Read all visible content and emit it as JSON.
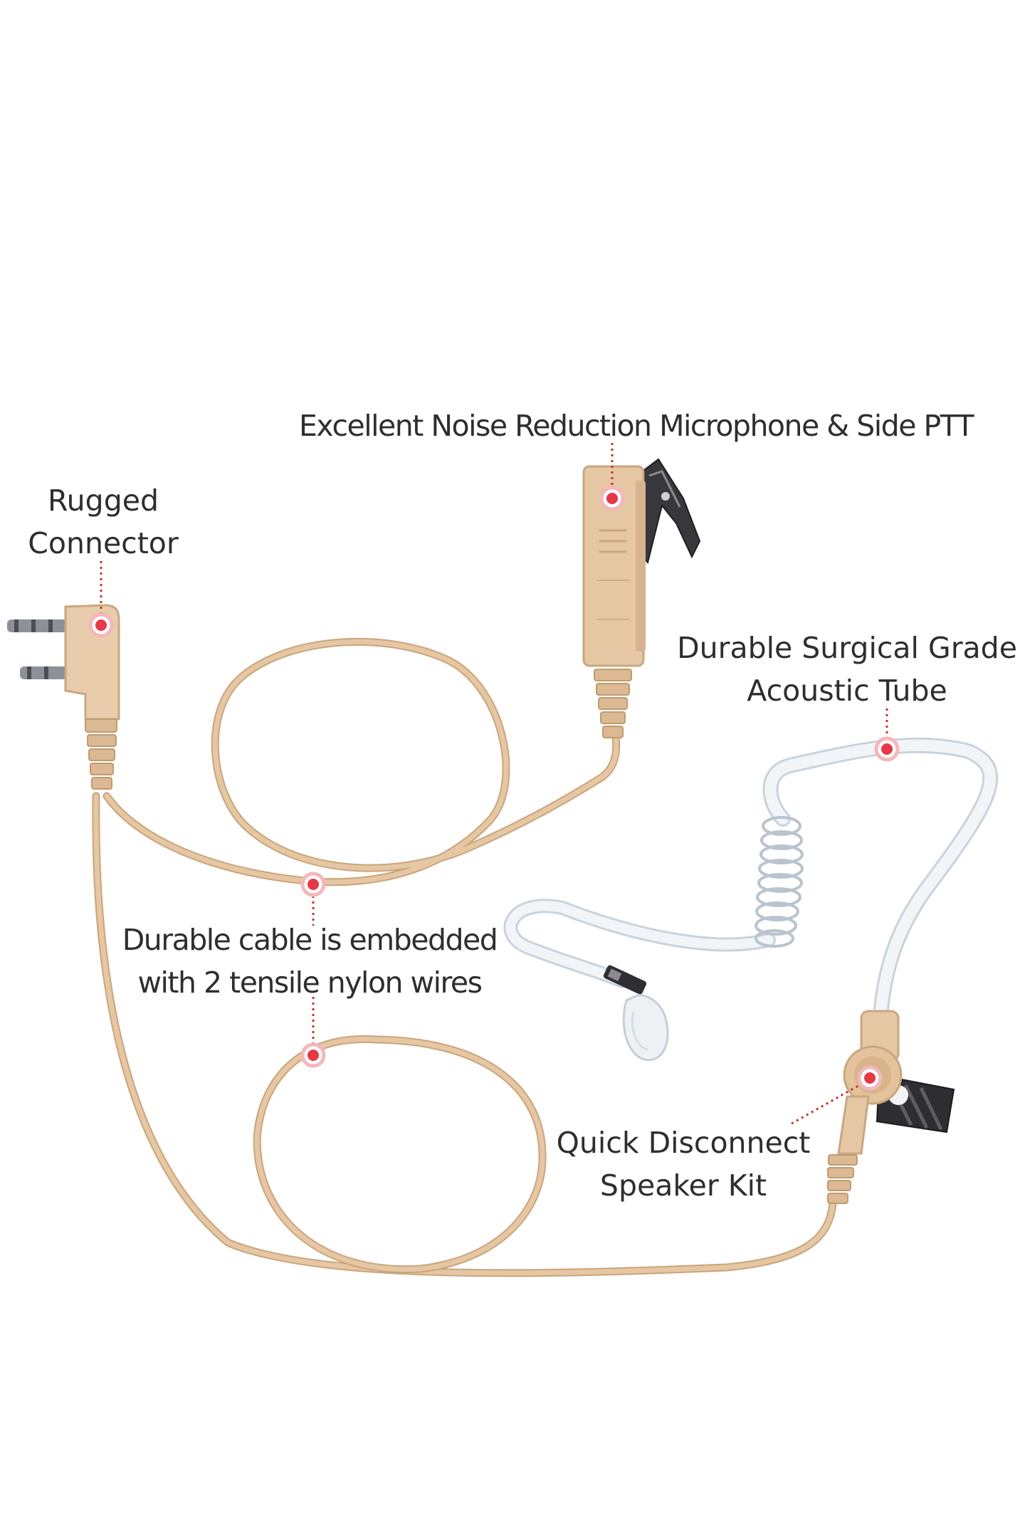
{
  "colors": {
    "cable": "#e6c7a3",
    "cable_shade": "#caa57c",
    "marker": "#e53946",
    "leader": "#c0392b",
    "tube": "#e7edf3",
    "clip_metal": "#333336",
    "text": "#2e2e2e",
    "background": "#ffffff"
  },
  "labels": {
    "microphone": {
      "line1": "Excellent Noise Reduction Microphone & Side PTT"
    },
    "connector": {
      "line1": "Rugged",
      "line2": "Connector"
    },
    "tube": {
      "line1": "Durable Surgical Grade",
      "line2": "Acoustic Tube"
    },
    "cable": {
      "line1": "Durable cable is embedded",
      "line2": "with 2 tensile nylon wires"
    },
    "speaker": {
      "line1": "Quick Disconnect",
      "line2": "Speaker Kit"
    }
  },
  "icons": {
    "connector": "two-pin-plug-icon",
    "microphone": "ptt-microphone-icon",
    "mic_clip": "alligator-clip-icon",
    "earpiece": "earbud-icon",
    "speaker_clip": "belt-clip-icon"
  }
}
